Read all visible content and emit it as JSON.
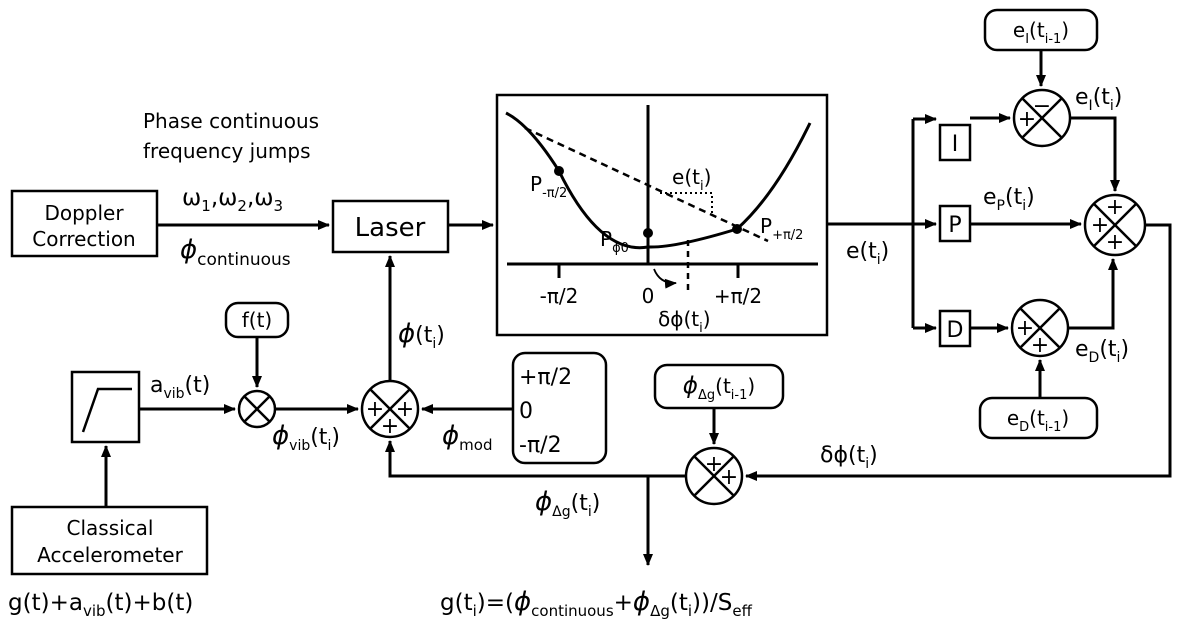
{
  "blocks": {
    "doppler": [
      "Doppler",
      "Correction"
    ],
    "laser": "Laser",
    "classical": [
      "Classical",
      "Accelerometer"
    ],
    "pid_i": "I",
    "pid_p": "P",
    "pid_d": "D",
    "ft": "f(t)",
    "mod_values": [
      "+π/2",
      "0",
      "-π/2"
    ]
  },
  "caption": [
    "Phase continuous",
    "frequency jumps"
  ],
  "labels": {
    "omega": {
      "base": "ω",
      "subs": [
        "1",
        "2",
        "3"
      ],
      "sep": ","
    },
    "phi_continuous": {
      "base": "ϕ",
      "sub": "continuous"
    },
    "phi_ti_laser": {
      "base": "ϕ",
      "arg": "(t",
      "argsub": "i",
      "close": ")"
    },
    "a_vib": {
      "base": "a",
      "sub": "vib",
      "rest": "(t)"
    },
    "phi_vib": {
      "base": "ϕ",
      "sub": "vib",
      "arg": "(t",
      "argsub": "i",
      "close": ")"
    },
    "phi_mod": {
      "base": "ϕ",
      "sub": "mod"
    },
    "phi_dg_prev": {
      "base": "ϕ",
      "sub": "Δg",
      "arg": "(t",
      "argsub": "i-1",
      "close": ")"
    },
    "phi_dg": {
      "base": "ϕ",
      "sub": "Δg",
      "arg": "(t",
      "argsub": "i",
      "close": ")"
    },
    "delta_phi": {
      "base": "δϕ",
      "arg": "(t",
      "argsub": "i",
      "close": ")"
    },
    "e_ti_out": {
      "base": "e",
      "arg": "(t",
      "argsub": "i",
      "close": ")"
    },
    "e_i_prev": {
      "base": "e",
      "sub": "I",
      "arg": "(t",
      "argsub": "i-1",
      "close": ")"
    },
    "e_i": {
      "base": "e",
      "sub": "I",
      "arg": "(t",
      "argsub": "i",
      "close": ")"
    },
    "e_p": {
      "base": "e",
      "sub": "P",
      "arg": "(t",
      "argsub": "i",
      "close": ")"
    },
    "e_d": {
      "base": "e",
      "sub": "D",
      "arg": "(t",
      "argsub": "i",
      "close": ")"
    },
    "e_d_prev": {
      "base": "e",
      "sub": "D",
      "arg": "(t",
      "argsub": "i-1",
      "close": ")"
    },
    "accel_out": {
      "parts": [
        "g(t)+a",
        "vib",
        "(t)+b(t)"
      ]
    },
    "output_eq": {
      "parts": [
        "g(t",
        "i",
        ")=(",
        "ϕ",
        "continuous",
        "+",
        "ϕ",
        "Δg",
        "(t",
        "i",
        "))/S",
        "eff"
      ]
    }
  },
  "plot": {
    "ticks": [
      "-π/2",
      "0",
      "+π/2"
    ],
    "points": {
      "p_minus": {
        "base": "P",
        "sub": "-π/2"
      },
      "p_zero": {
        "base": "P",
        "sub": "ϕ0"
      },
      "p_plus": {
        "base": "P",
        "sub": "+π/2"
      }
    },
    "error_label": {
      "base": "e",
      "arg": "(t",
      "argsub": "i",
      "close": ")"
    },
    "delta_label": {
      "base": "δϕ",
      "arg": "(t",
      "argsub": "i",
      "close": ")"
    }
  },
  "summers": {
    "sum_i": [
      "−",
      "+"
    ],
    "sum_total": [
      "+",
      "+",
      "+"
    ],
    "sum_d": [
      "+",
      "+"
    ],
    "sum_laser": [
      "+",
      "+",
      "+"
    ],
    "sum_dg": [
      "+",
      "+"
    ]
  },
  "colors": {
    "line": "#000000",
    "background": "#ffffff"
  }
}
